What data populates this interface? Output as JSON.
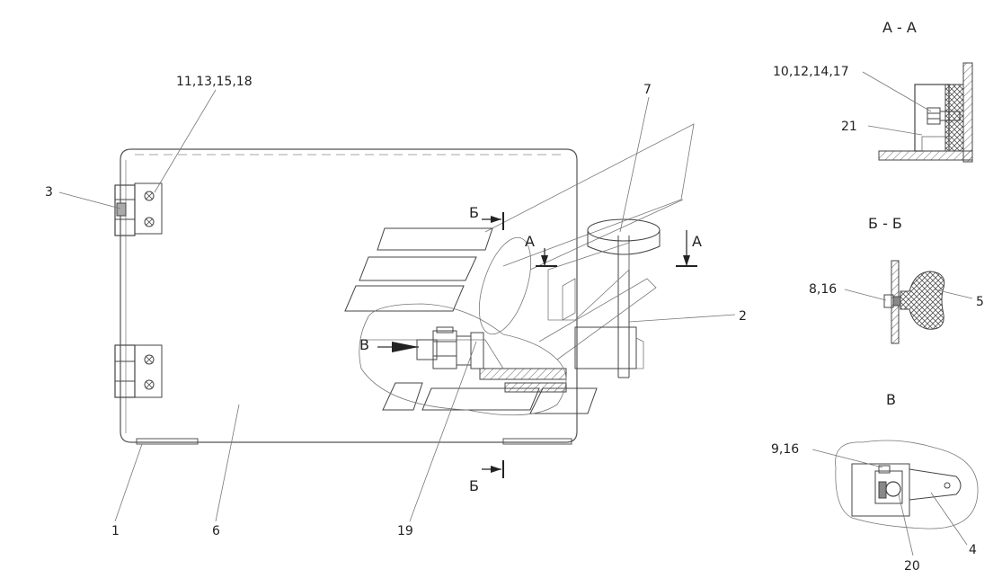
{
  "views": {
    "section_aa": "А - А",
    "section_bb": "Б - Б",
    "view_v": "В"
  },
  "cut_marks": {
    "b_top": "Б",
    "b_bottom": "Б",
    "a_left": "А",
    "a_right": "А",
    "v_arrow": "В"
  },
  "callouts": {
    "c_1": "1",
    "c_2": "2",
    "c_3": "3",
    "c_4": "4",
    "c_5": "5",
    "c_6": "6",
    "c_7": "7",
    "c_19": "19",
    "c_20": "20",
    "c_11_13_15_18": "11,13,15,18",
    "c_10_12_14_17": "10,12,14,17",
    "c_21": "21",
    "c_8_16": "8,16",
    "c_9_16": "9,16"
  }
}
